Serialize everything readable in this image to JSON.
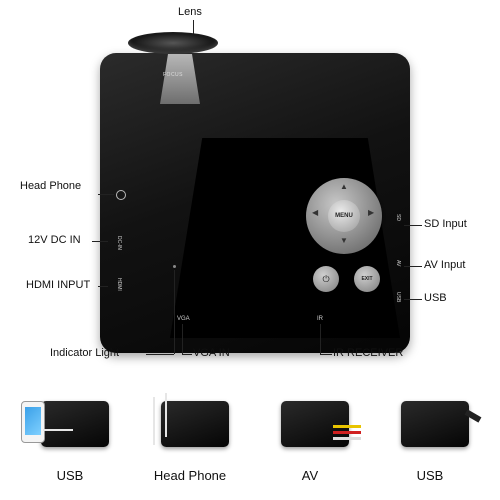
{
  "labels": {
    "lens": "Lens",
    "head_phone": "Head Phone",
    "dc_in": "12V DC IN",
    "hdmi_input": "HDMI INPUT",
    "indicator_light": "Indicator Light",
    "vga_in": "VGA IN",
    "ir_receiver": "IR RECEIVER",
    "sd_input": "SD Input",
    "av_input": "AV Input",
    "usb": "USB"
  },
  "device_text": {
    "focus": "FOCUS",
    "menu": "MENU",
    "exit": "EXIT",
    "dc_in": "DC-IN",
    "hdmi": "HDMI",
    "vga": "VGA",
    "ir": "IR",
    "sd": "SD",
    "av": "AV",
    "usb": "USB"
  },
  "thumbnails": [
    {
      "caption": "USB"
    },
    {
      "caption": "Head Phone"
    },
    {
      "caption": "AV"
    },
    {
      "caption": "USB"
    }
  ]
}
